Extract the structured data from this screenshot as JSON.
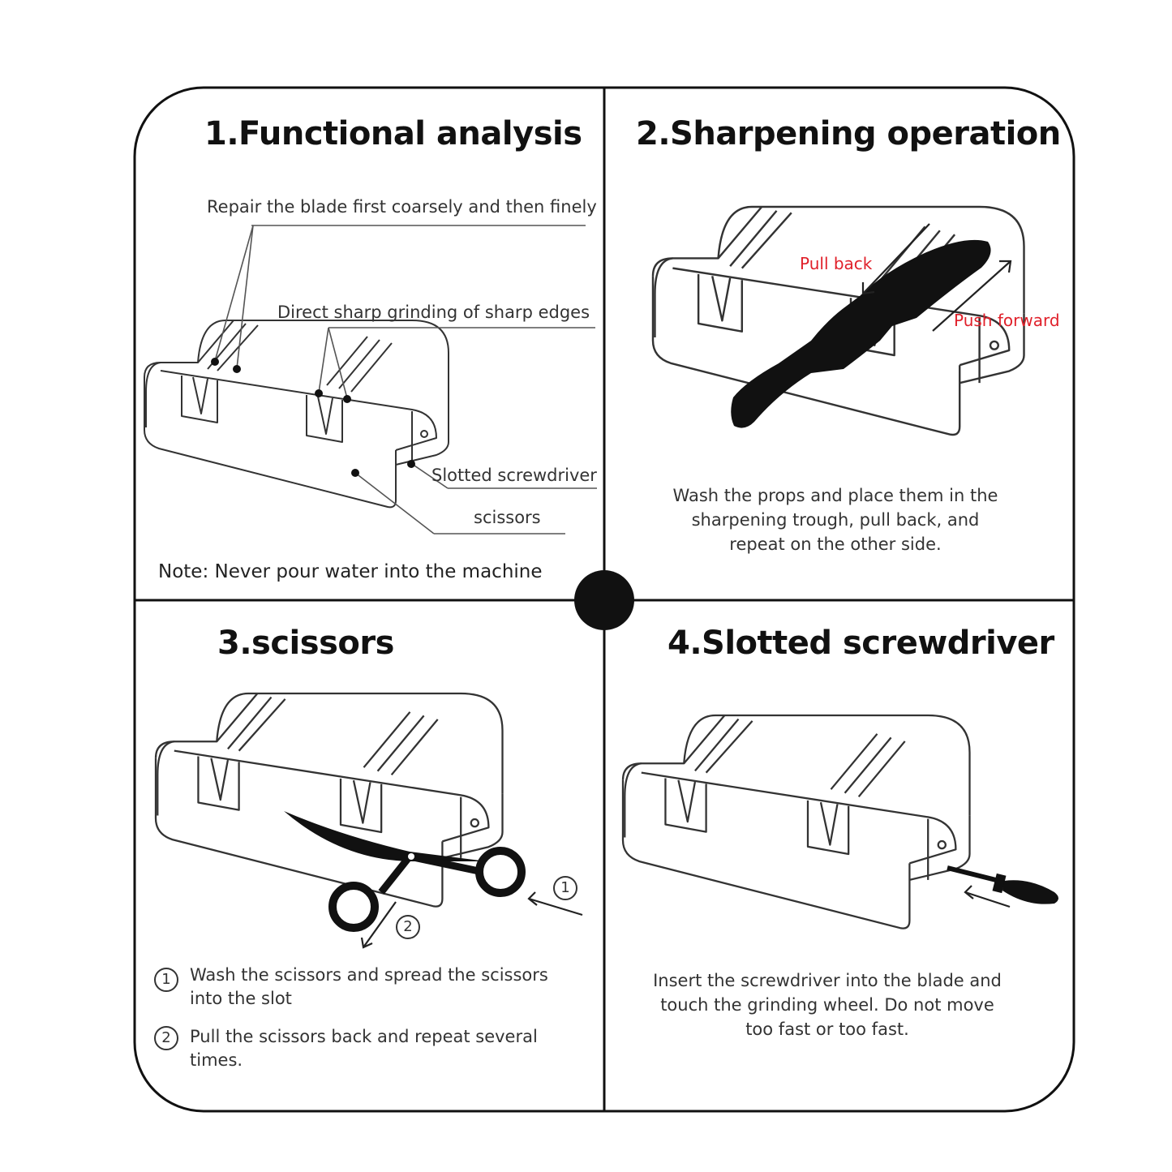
{
  "panels": {
    "functional": {
      "title": "1.Functional analysis",
      "label_repair": "Repair the blade first coarsely and then finely",
      "label_direct": "Direct sharp grinding of sharp edges",
      "label_screwdriver": "Slotted screwdriver",
      "label_scissors": "scissors",
      "note": "Note: Never pour water into the machine"
    },
    "sharpening": {
      "title": "2.Sharpening operation",
      "pull_back": "Pull back",
      "push_forward": "Push forward",
      "description": "Wash the props and place them in the sharpening trough, pull back, and repeat on the other side."
    },
    "scissors": {
      "title": "3.scissors",
      "marker_1": "1",
      "marker_2": "2",
      "step_1_num": "1",
      "step_1": "Wash the scissors and spread the scissors into the slot",
      "step_2_num": "2",
      "step_2": "Pull the scissors back and repeat several times."
    },
    "screwdriver": {
      "title": "4.Slotted screwdriver",
      "description": "Insert the screwdriver into the blade and touch the grinding wheel. Do not move too fast or too fast."
    }
  },
  "colors": {
    "ink": "#111111",
    "accent_red": "#e0202a",
    "line": "#333333"
  }
}
